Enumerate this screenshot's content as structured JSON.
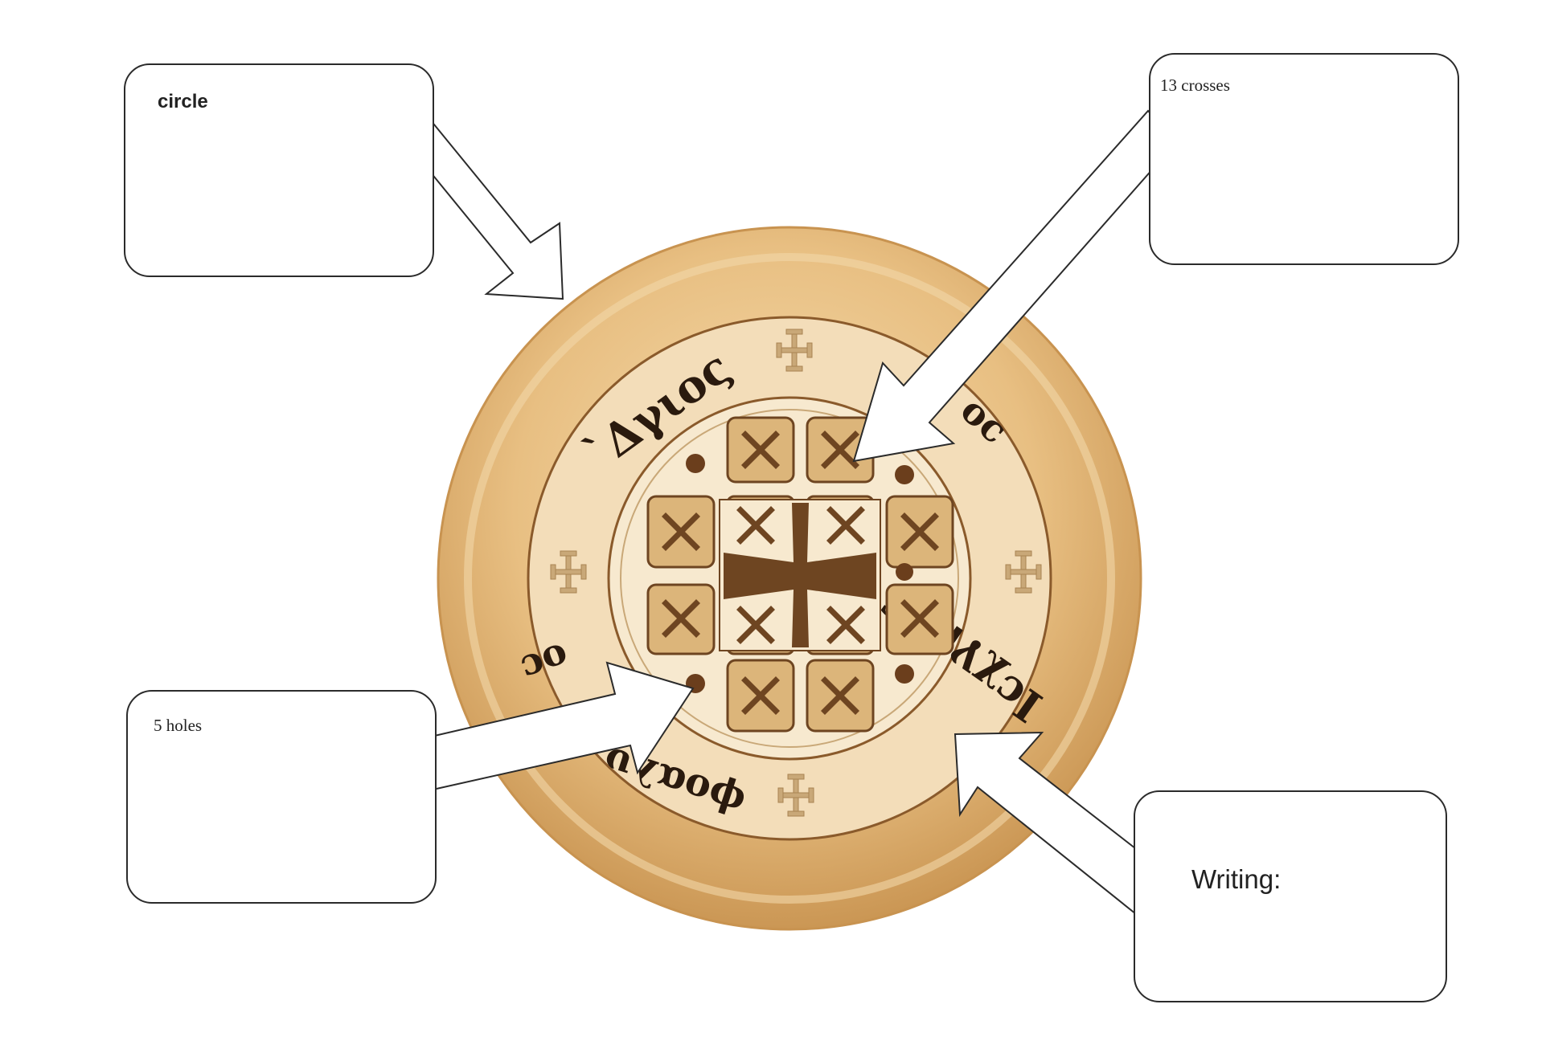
{
  "labels": {
    "circle": "circle",
    "crosses": "13 crosses",
    "holes": "5 holes",
    "writing": "Writing:"
  },
  "seal_inscriptions": {
    "top_left": "`Δγιος",
    "top_right": "οc",
    "bottom_left": "οc",
    "bottom_center": "ϕοαλυ",
    "bottom_right": "Icχγροc"
  },
  "colors": {
    "outer_ring": "#e8bf82",
    "outer_ring_edge": "#c89350",
    "inner_band": "#f3ddb9",
    "center_disc": "#f7e9cf",
    "tile": "#dcb57a",
    "cross": "#6e4521",
    "dot": "#6b3e1c",
    "small_cross": "#c9a878",
    "line": "#2b2b2b"
  }
}
